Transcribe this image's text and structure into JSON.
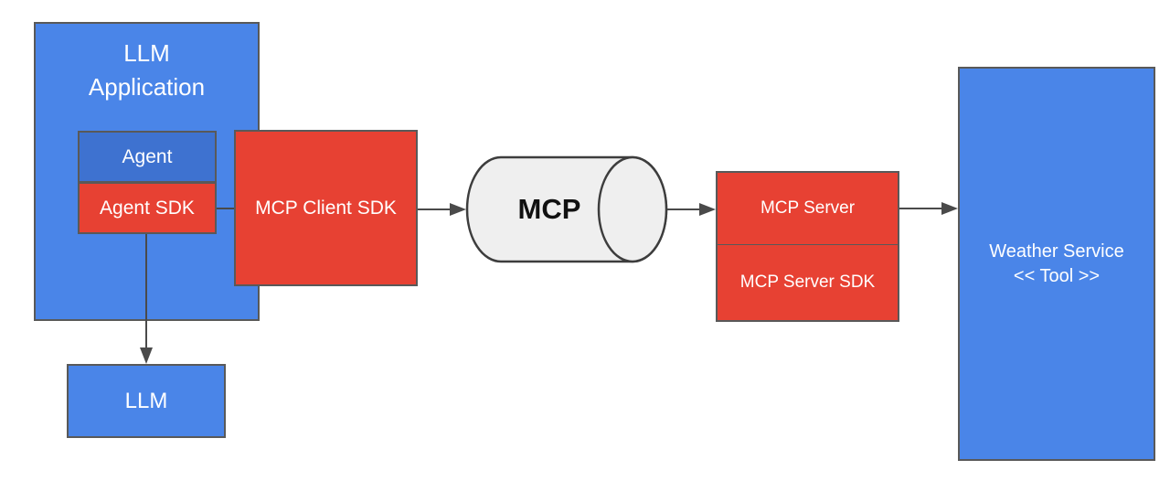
{
  "diagram": {
    "title": "MCP architecture diagram",
    "colors": {
      "box_blue": "#4a85e8",
      "box_dark_blue": "#3e72d0",
      "box_red": "#e74133",
      "cylinder_fill": "#efefef",
      "box_border": "#595959",
      "cylinder_border": "#3d3d3d",
      "arrow": "#4a4a4a",
      "label_light": "#ffffff",
      "label_dark": "#111111",
      "background": "#ffffff"
    },
    "nodes": {
      "llm_application": {
        "label": "LLM\nApplication",
        "shape": "rect",
        "color": "#4a85e8"
      },
      "agent": {
        "label": "Agent",
        "shape": "rect",
        "color": "#3e72d0"
      },
      "agent_sdk": {
        "label": "Agent SDK",
        "shape": "rect",
        "color": "#e74133"
      },
      "mcp_client_sdk": {
        "label": "MCP Client SDK",
        "shape": "rect",
        "color": "#e74133"
      },
      "mcp_pipe": {
        "label": "MCP",
        "shape": "cylinder",
        "color": "#efefef"
      },
      "mcp_server": {
        "label": "MCP Server",
        "shape": "rect",
        "color": "#e74133"
      },
      "mcp_server_sdk": {
        "label": "MCP Server SDK",
        "shape": "rect",
        "color": "#e74133"
      },
      "weather_service": {
        "label": "Weather Service\n<< Tool >>",
        "shape": "rect",
        "color": "#4a85e8"
      },
      "llm": {
        "label": "LLM",
        "shape": "rect",
        "color": "#4a85e8"
      }
    },
    "connections": [
      {
        "from": "agent_sdk",
        "to": "mcp_client_sdk",
        "arrowhead": false
      },
      {
        "from": "mcp_client_sdk",
        "to": "mcp_pipe",
        "arrowhead": true
      },
      {
        "from": "mcp_pipe",
        "to": "mcp_server",
        "arrowhead": true
      },
      {
        "from": "mcp_server",
        "to": "weather_service",
        "arrowhead": true
      },
      {
        "from": "agent_sdk",
        "to": "llm",
        "arrowhead": true
      }
    ]
  }
}
